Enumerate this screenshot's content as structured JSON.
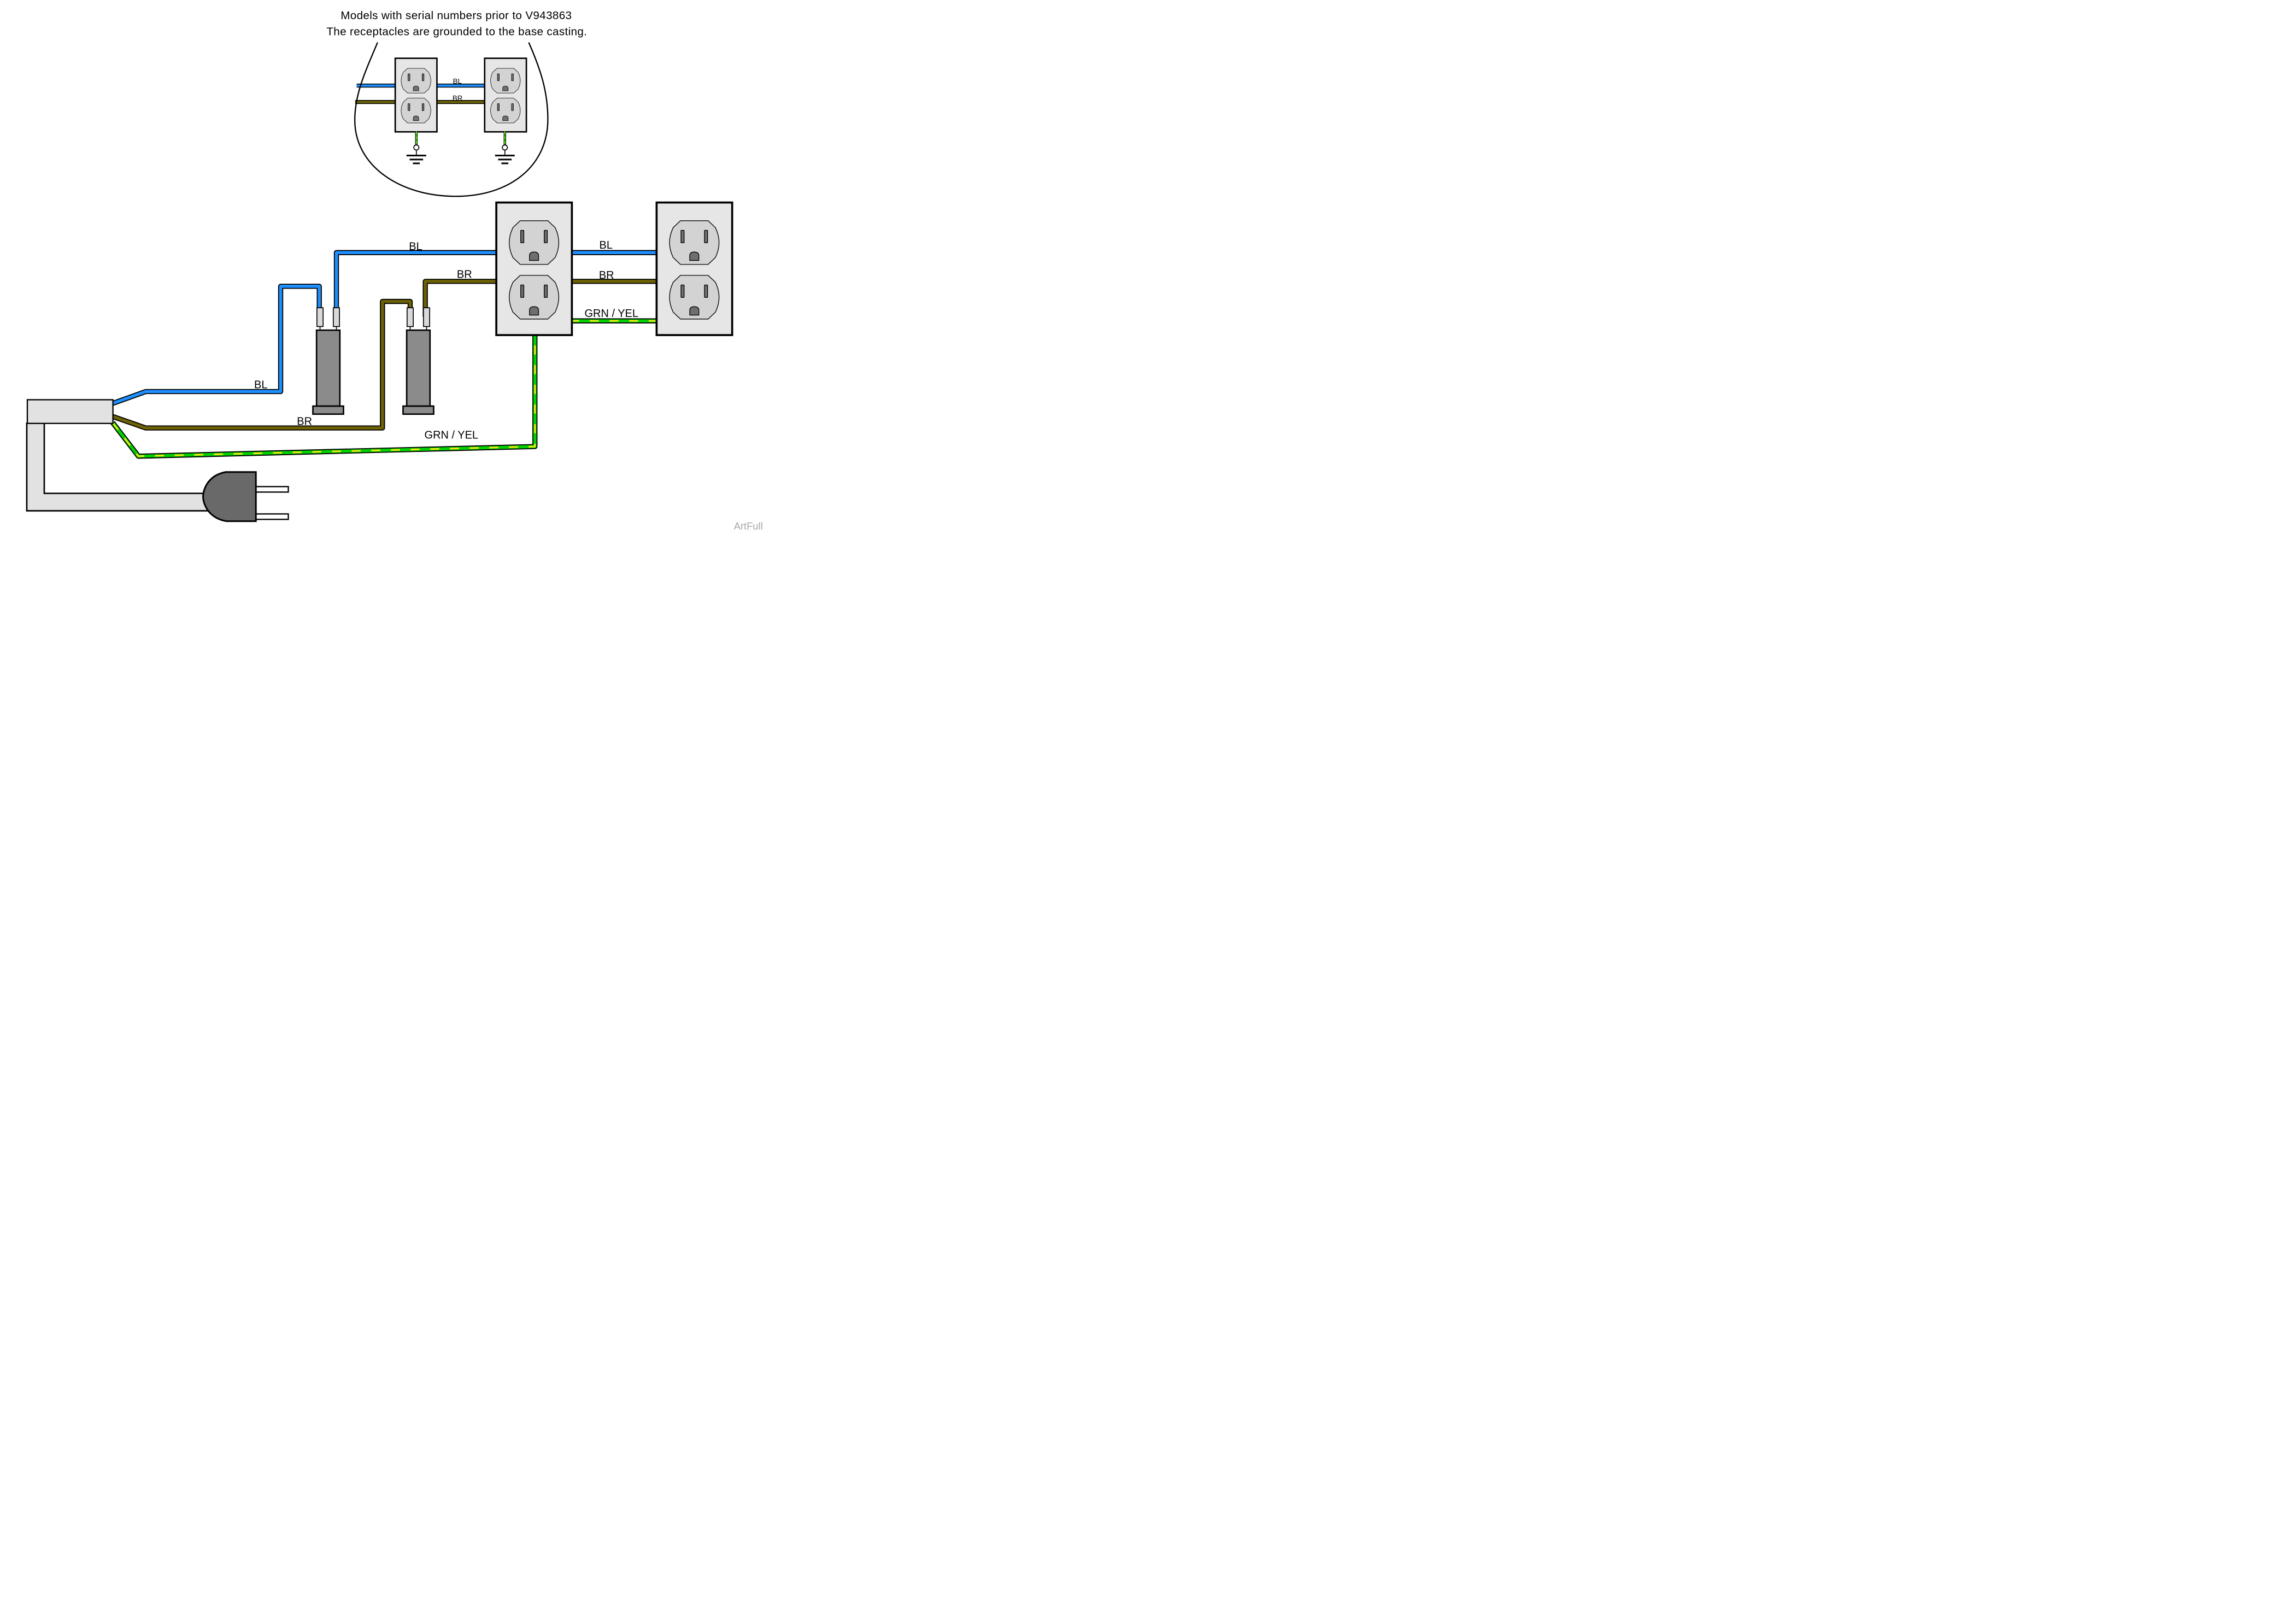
{
  "title": {
    "line1": "Models with serial numbers prior to V943863",
    "line2": "The receptacles are grounded to the base casting."
  },
  "labels": {
    "blue": "BL",
    "brown": "BR",
    "ground": "GRN / YEL"
  },
  "watermark": "ArtFull",
  "colors": {
    "blue": "#1e90ff",
    "brown": "#6c6105",
    "green": "#00d000",
    "yellow": "#f5e813",
    "outline": "#000000",
    "plate": "#e6e6e6",
    "face": "#d3d3d3",
    "slot": "#6f6f6f",
    "capacitor_body": "#8b8b8b",
    "capacitor_terminal": "#d9d9d9",
    "cord": "#e2e2e2",
    "plug": "#696969",
    "watermark": "#a8a8a8"
  }
}
